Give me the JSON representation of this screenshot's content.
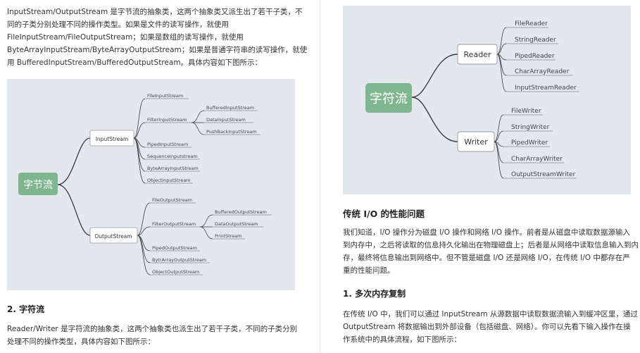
{
  "left": {
    "intro_lines": [
      "InputStream/OutputStream 是字节流的抽象类，这两个抽象类又派生出了若干子类，不",
      "同的子类分别处理不同的操作类型。如果是文件的读写操作，就使用",
      "FileInputStream/FileOutputStream；如果是数组的读写操作，就使用",
      "ByteArrayInputStream/ByteArrayOutputStream；如果是普通字符串的读写操作，就使",
      "用 BufferedInputStream/BufferedOutputStream。具体内容如下图所示："
    ],
    "byte_map": {
      "root": "字节流",
      "input": "InputStream",
      "input_children": [
        "FileInputStream",
        "FilterInputStream",
        "PipedInputStream",
        "SequenceInputstream",
        "ByteArrayInputStream",
        "ObjectInputStream"
      ],
      "filter_input_children": [
        "BufferedInputStream",
        "DataInputStream",
        "PushBackInputStream"
      ],
      "output": "OutputStream",
      "output_children": [
        "FileOutputStream",
        "FilterOutputStream",
        "PipedOutputStream",
        "BytrArrayOutputStream",
        "ObjectOutputStream"
      ],
      "filter_output_children": [
        "BufferedOutputStream",
        "DataOutputStream",
        "PrintStream"
      ]
    },
    "section2_heading": "2. 字符流",
    "section2_lines": [
      "Reader/Writer 是字符流的抽象类，这两个抽象类也派生出了若干子类，不同的子类分别",
      "处理不同的操作类型，具体内容如下图所示："
    ]
  },
  "right": {
    "char_map": {
      "root": "字符流",
      "reader": "Reader",
      "reader_children": [
        "FileReader",
        "StringReader",
        "PipedReader",
        "CharArrayReader",
        "InputStreamReader"
      ],
      "writer": "Writer",
      "writer_children": [
        "FileWriter",
        "StringWriter",
        "PipedWriter",
        "CharArrayWriter",
        "OutputStreamWriter"
      ]
    },
    "perf_heading": "传统 I/O 的性能问题",
    "perf_lines": [
      "我们知道，I/O 操作分为磁盘 I/O 操作和网络 I/O 操作。前者是从磁盘中读取数据源输入",
      "到内存中，之后将读取的信息持久化输出在物理磁盘上；后者是从网络中读取信息输入到内",
      "存，最终将信息输出到网络中。但不管是磁盘 I/O 还是网络 I/O，在传统 I/O 中都存在严",
      "重的性能问题。"
    ],
    "copy_heading": "1. 多次内存复制",
    "copy_lines": [
      "在传统 I/O 中，我们可以通过 InputStream 从源数据中读取数据流输入到缓冲区里，通过",
      "OutputStream 将数据输出到外部设备（包括磁盘、网络）。你可以先看下输入操作在操",
      "作系统中的具体流程，如下图所示："
    ]
  },
  "colors": {
    "root_node": "#7fb58f",
    "map_bg": "#e3e8ef",
    "branch_line": "#3a3a3a",
    "leaf_line": "#888888"
  }
}
